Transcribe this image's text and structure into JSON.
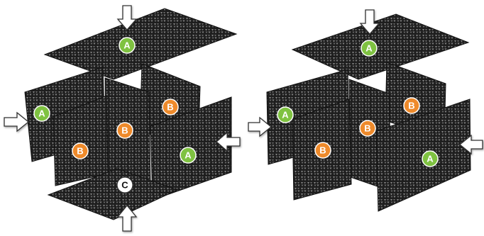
{
  "colors": {
    "panel": "#1e1e1e",
    "perforation": "#7a7a7a",
    "badge_A": "#7fc241",
    "badge_B": "#ee8a2b",
    "badge_C": "#ffffff",
    "arrow_fill": "#ffffff",
    "arrow_stroke": "#333333"
  },
  "labels": {
    "A": "A",
    "B": "B",
    "C": "C"
  },
  "left_assembly": {
    "badges": [
      "A",
      "A",
      "A",
      "B",
      "B",
      "B",
      "C"
    ],
    "arrows": [
      "down-arrow",
      "right-arrow",
      "left-arrow",
      "up-arrow"
    ]
  },
  "right_assembly": {
    "badges": [
      "A",
      "A",
      "A",
      "B",
      "B",
      "B"
    ],
    "arrows": [
      "down-arrow",
      "right-arrow",
      "left-arrow"
    ]
  }
}
